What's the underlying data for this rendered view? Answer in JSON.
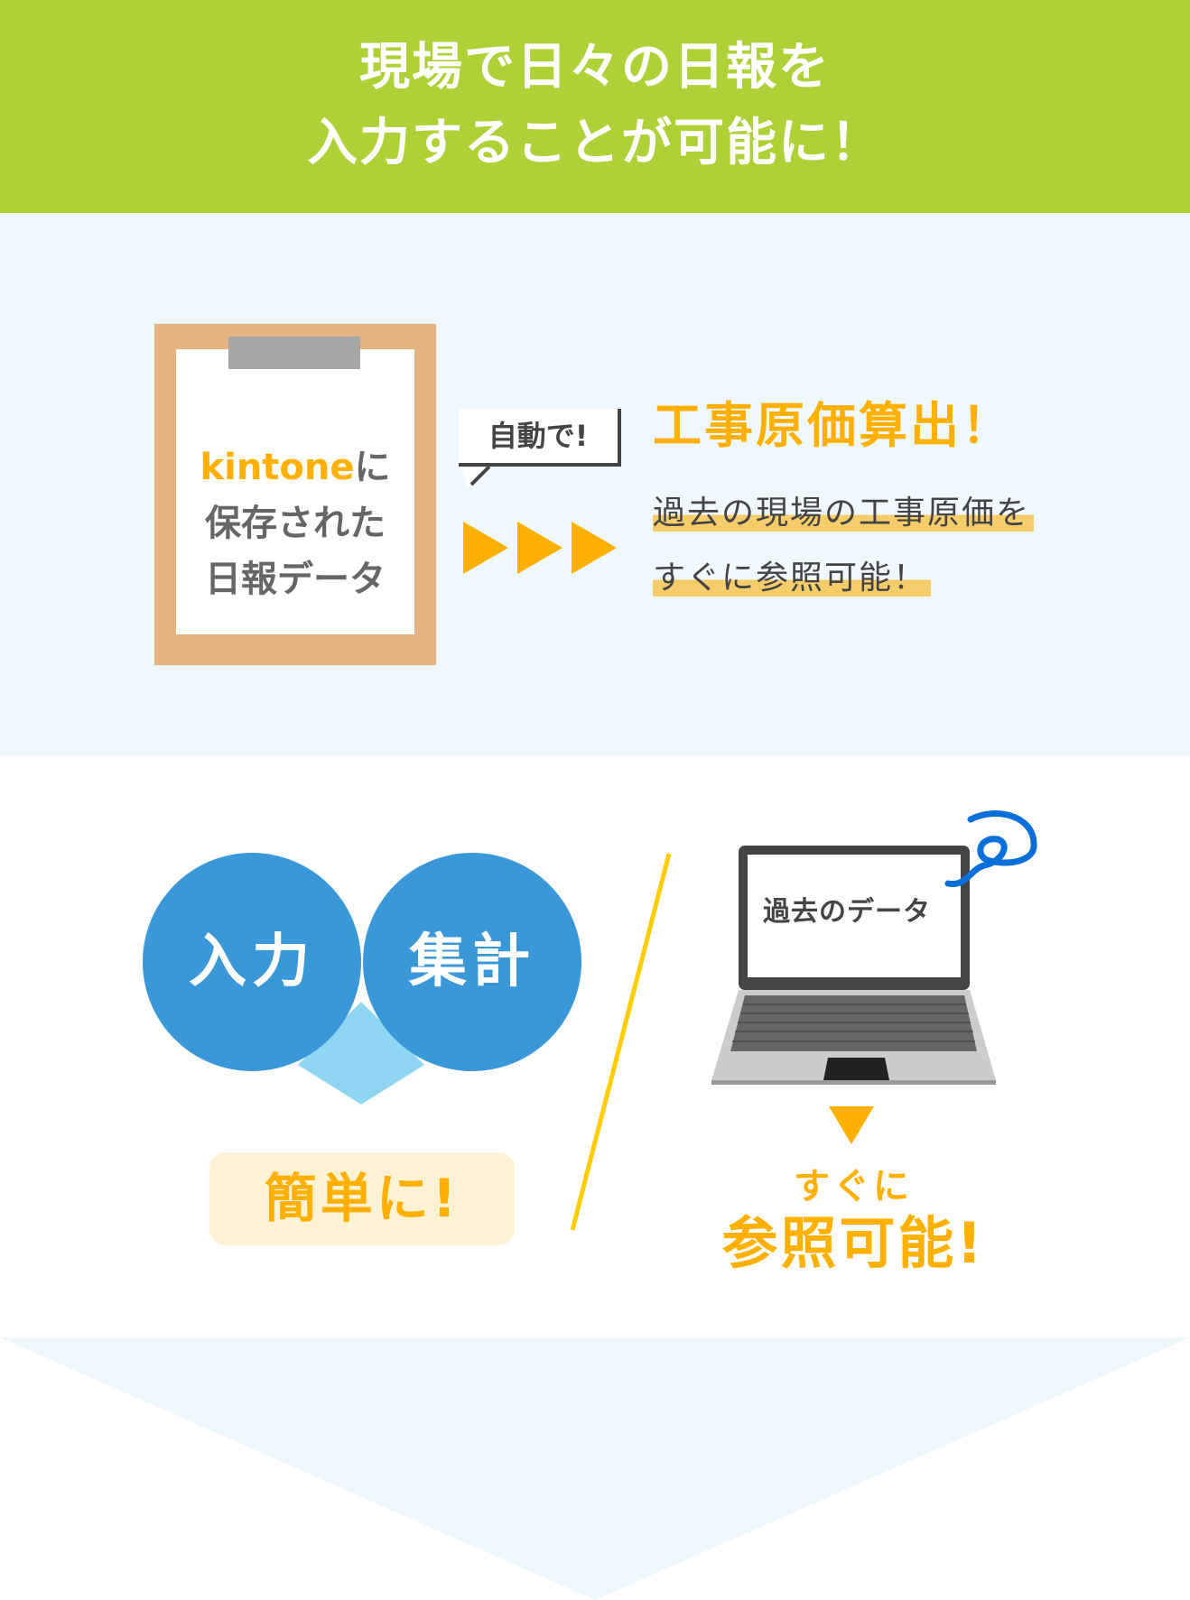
{
  "header": {
    "line1": "現場で日々の日報を",
    "line2": "入力することが可能に！",
    "bg_color": "#add136"
  },
  "clipboard": {
    "brand": "kintone",
    "line1_suffix": "に",
    "line2": "保存された",
    "line3": "日報データ"
  },
  "bubble": {
    "label": "自動で!"
  },
  "result": {
    "title": "工事原価算出！",
    "desc_line1": "過去の現場の工事原価を",
    "desc_line2": "すぐに参照可能！"
  },
  "features": {
    "circle_left": "入力",
    "circle_right": "集計",
    "badge": "簡単に!"
  },
  "laptop": {
    "screen_text": "過去のデータ",
    "sub_line1": "すぐに",
    "sub_line2": "参照可能!"
  },
  "colors": {
    "accent_orange": "#ffb000",
    "circle_blue": "#3a98d9",
    "light_blue_bg": "#eef8fd",
    "highlight": "#f5cd6b",
    "divider_yellow": "#ffcc00"
  }
}
